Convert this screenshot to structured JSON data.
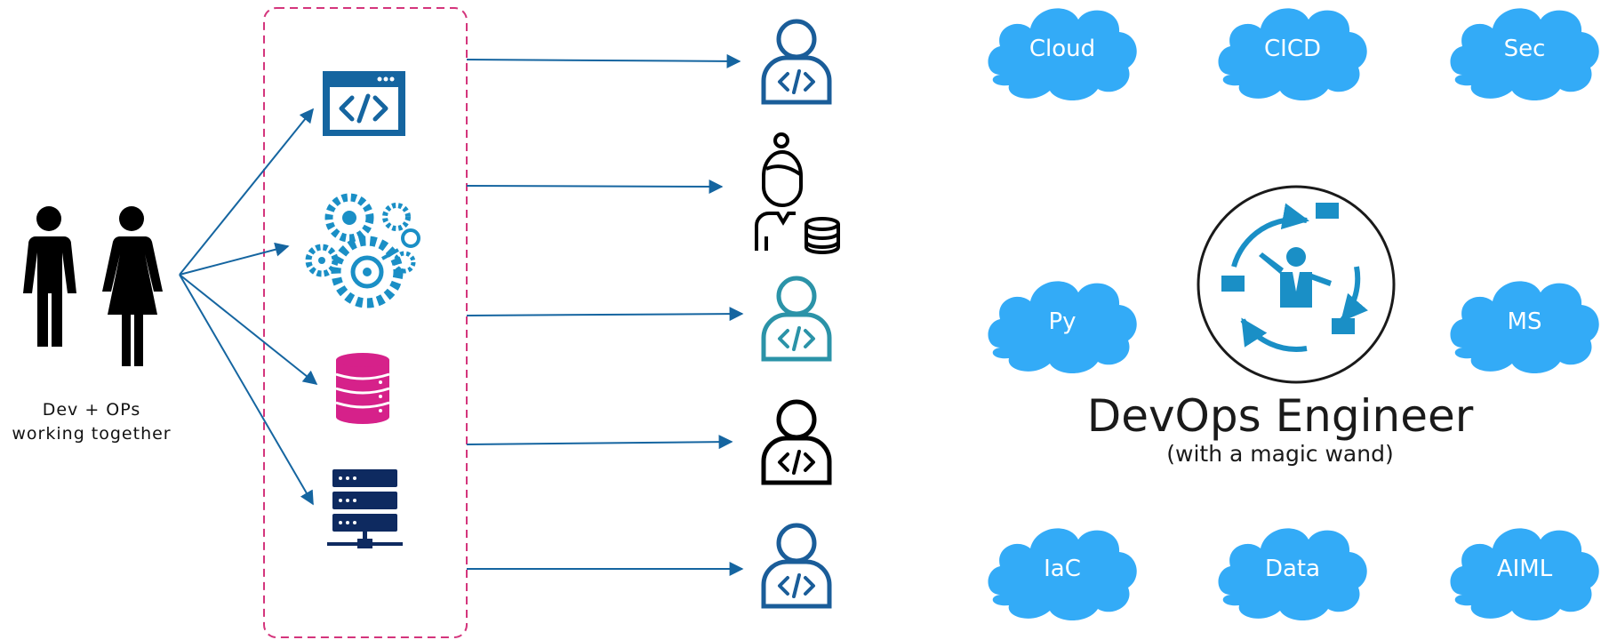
{
  "people": {
    "caption_line1": "Dev + OPs",
    "caption_line2": "working together"
  },
  "center": {
    "title": "DevOps Engineer",
    "subtitle": "(with a magic wand)"
  },
  "clouds": [
    {
      "label": "Cloud"
    },
    {
      "label": "CICD"
    },
    {
      "label": "Sec"
    },
    {
      "label": "Py"
    },
    {
      "label": "MS"
    },
    {
      "label": "IaC"
    },
    {
      "label": "Data"
    },
    {
      "label": "AIML"
    }
  ],
  "colors": {
    "arrow": "#1565a0",
    "dashed_box": "#d4357c",
    "cloud": "#33abf7",
    "gear": "#1a8fc6",
    "database": "#d6218a",
    "server": "#0e2a60",
    "code_window": "#1565a0",
    "role_blue": "#1a5d99",
    "role_teal": "#2b93a8"
  },
  "icons": {
    "people": [
      "man-icon",
      "woman-icon"
    ],
    "tools": [
      "code-window-icon",
      "gears-icon",
      "database-icon",
      "server-icon"
    ],
    "roles": [
      "developer-icon",
      "dba-icon",
      "developer-icon",
      "developer-icon",
      "developer-icon"
    ],
    "center": "devops-engineer-icon"
  }
}
